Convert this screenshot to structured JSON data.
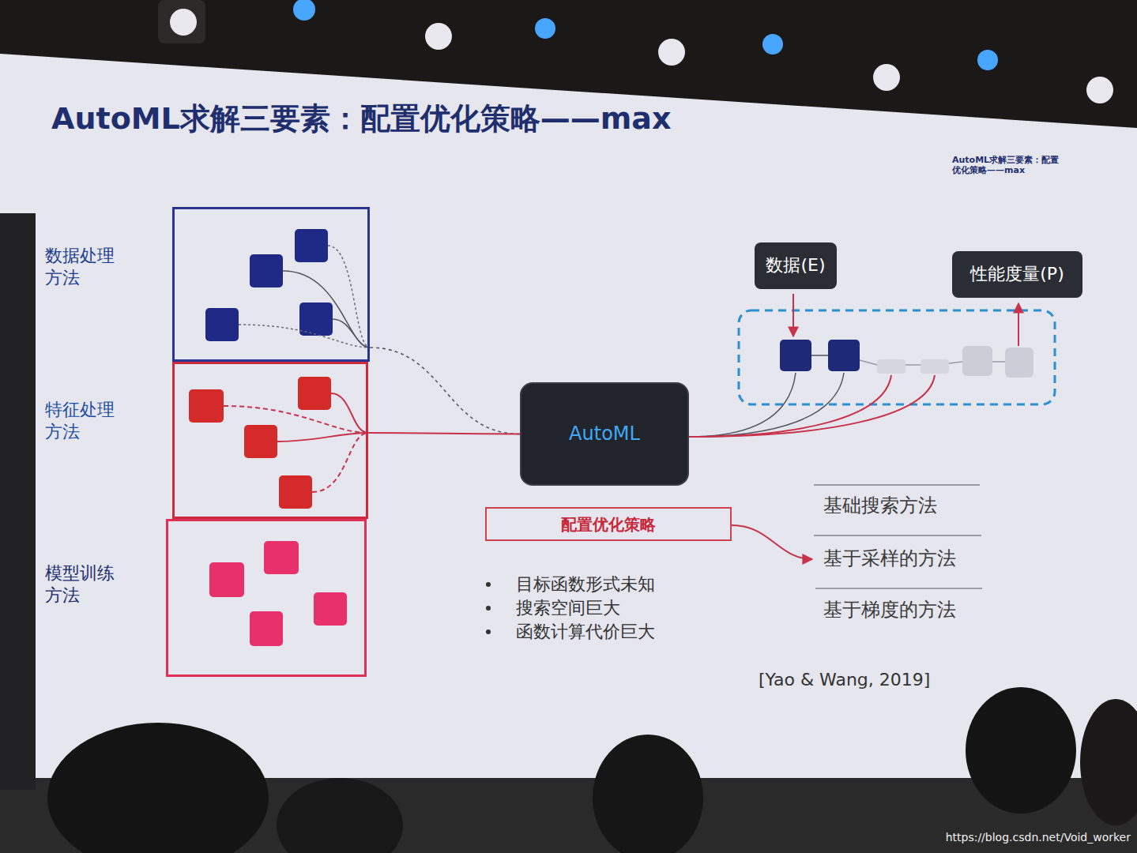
{
  "diagram": {
    "title": "AutoML求解三要素：配置优化策略——max",
    "nodes": [
      {
        "text": [
          "数据处理 方法"
        ]
      },
      {
        "text": [
          "特征处理 方法"
        ]
      },
      {
        "text": [
          "模型训练 方法"
        ]
      },
      {
        "text": [
          "AutoML"
        ]
      },
      {
        "text": [
          "数据(E)"
        ]
      },
      {
        "text": [
          "性能度量(P)"
        ]
      },
      {
        "text": [
          "配置优化策略"
        ]
      }
    ],
    "edges": [
      {
        "from": 0,
        "to": 3,
        "arrow": "none"
      },
      {
        "from": 1,
        "to": 3,
        "arrow": "none"
      }
    ],
    "labels": [
      "AutoML求解三要素：配置优化策略——max",
      "目标函数形式未知",
      "搜索空间巨大",
      "函数计算代价巨大",
      "基础搜索方法",
      "基于采样的方法",
      "基于梯度的方法",
      "[Yao & Wang, 2019]",
      "https://blog.csdn.net/Void_worker"
    ]
  }
}
